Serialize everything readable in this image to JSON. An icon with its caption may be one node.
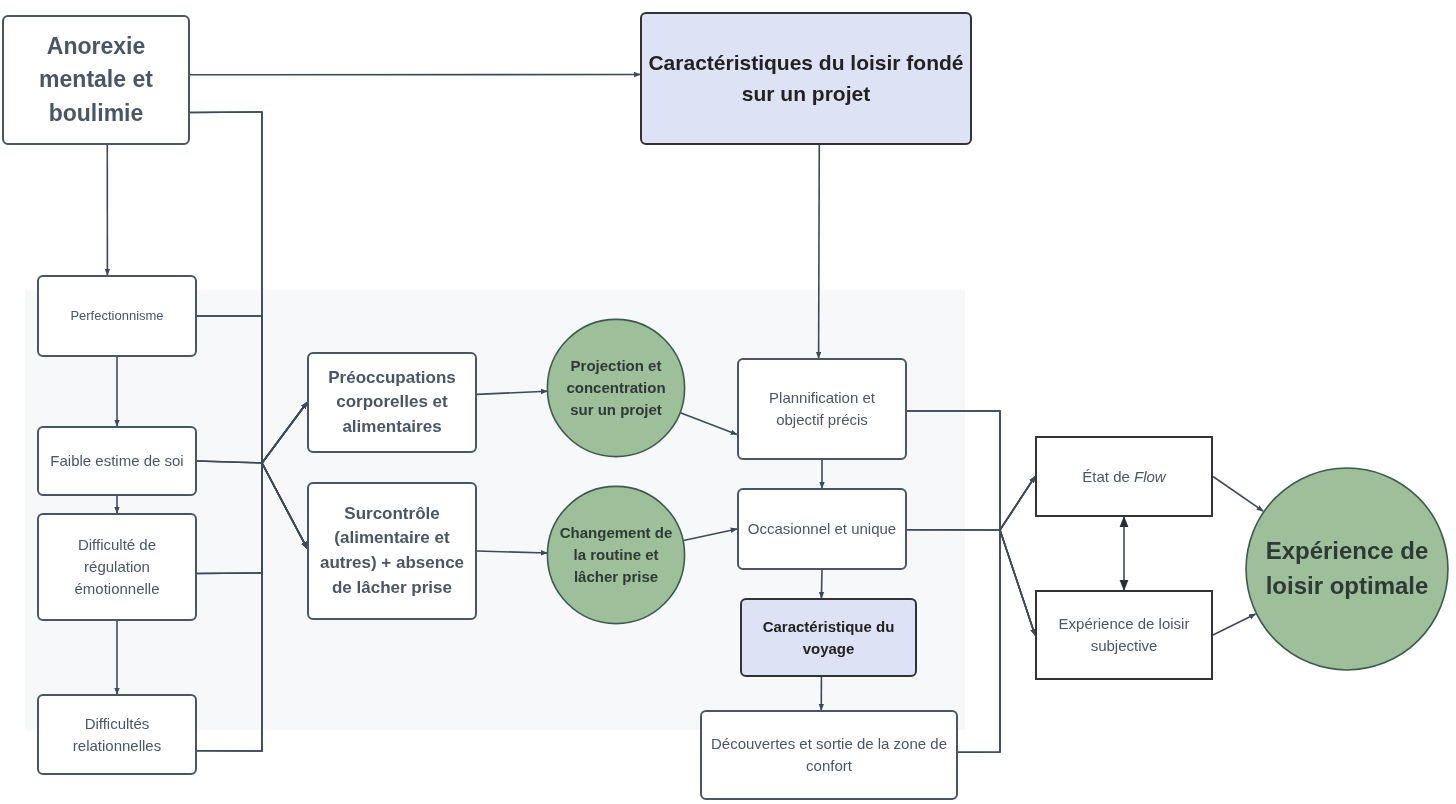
{
  "diagram": {
    "nodes": [
      {
        "text": [
          "Anorexie mentale et boulimie"
        ]
      },
      {
        "text": [
          "Caractéristiques du loisir fondé sur un projet"
        ]
      },
      {
        "text": [
          "Perfectionnisme"
        ]
      },
      {
        "text": [
          "Faible estime de soi"
        ]
      },
      {
        "text": [
          "Difficulté de régulation émotionnelle"
        ]
      },
      {
        "text": [
          "Difficultés relationnelles"
        ]
      },
      {
        "text": [
          "Préoccupations corporelles et alimentaires"
        ]
      },
      {
        "text": [
          "Surcontrôle (alimentaire et autres) + absence de lâcher prise"
        ]
      },
      {
        "text": [
          "Projection et concentration sur un projet"
        ]
      },
      {
        "text": [
          "Changement de la routine et lâcher prise"
        ]
      },
      {
        "text": [
          "Plannification et objectif précis"
        ]
      },
      {
        "text": [
          "Occasionnel et unique"
        ]
      },
      {
        "text": [
          "Caractéristique du voyage"
        ]
      },
      {
        "text": [
          "Découvertes et sortie de la zone de confort"
        ]
      },
      {
        "text": [
          "État de *Flow*"
        ]
      },
      {
        "text": [
          "Expérience de loisir subjective"
        ]
      },
      {
        "text": [
          "Expérience de loisir optimale"
        ]
      }
    ],
    "edges": [
      {
        "from": 0,
        "to": 1,
        "arrow": "to"
      },
      {
        "from": 0,
        "to": 2,
        "arrow": "to"
      },
      {
        "from": 2,
        "to": 3,
        "arrow": "to"
      },
      {
        "from": 3,
        "to": 4,
        "arrow": "to"
      },
      {
        "from": 4,
        "to": 5,
        "arrow": "to"
      },
      {
        "from": 0,
        "to": 6,
        "arrow": "to"
      },
      {
        "from": 0,
        "to": 7,
        "arrow": "to"
      },
      {
        "from": 2,
        "to": 6,
        "arrow": "to"
      },
      {
        "from": 2,
        "to": 7,
        "arrow": "to"
      },
      {
        "from": 3,
        "to": 6,
        "arrow": "to"
      },
      {
        "from": 3,
        "to": 7,
        "arrow": "to"
      },
      {
        "from": 4,
        "to": 6,
        "arrow": "to"
      },
      {
        "from": 4,
        "to": 7,
        "arrow": "to"
      },
      {
        "from": 5,
        "to": 6,
        "arrow": "to"
      },
      {
        "from": 5,
        "to": 7,
        "arrow": "to"
      },
      {
        "from": 6,
        "to": 8,
        "arrow": "to"
      },
      {
        "from": 7,
        "to": 9,
        "arrow": "to"
      },
      {
        "from": 8,
        "to": 10,
        "arrow": "to"
      },
      {
        "from": 9,
        "to": 11,
        "arrow": "to"
      },
      {
        "from": 1,
        "to": 10,
        "arrow": "to"
      },
      {
        "from": 10,
        "to": 11,
        "arrow": "to"
      },
      {
        "from": 11,
        "to": 12,
        "arrow": "to"
      },
      {
        "from": 12,
        "to": 13,
        "arrow": "to"
      },
      {
        "from": 10,
        "to": 14,
        "arrow": "to"
      },
      {
        "from": 10,
        "to": 15,
        "arrow": "to"
      },
      {
        "from": 11,
        "to": 14,
        "arrow": "to"
      },
      {
        "from": 11,
        "to": 15,
        "arrow": "to"
      },
      {
        "from": 13,
        "to": 14,
        "arrow": "to"
      },
      {
        "from": 13,
        "to": 15,
        "arrow": "to"
      },
      {
        "from": 14,
        "to": 15,
        "arrow": "both"
      },
      {
        "from": 14,
        "to": 16,
        "arrow": "to"
      },
      {
        "from": 15,
        "to": 16,
        "arrow": "to"
      }
    ]
  }
}
